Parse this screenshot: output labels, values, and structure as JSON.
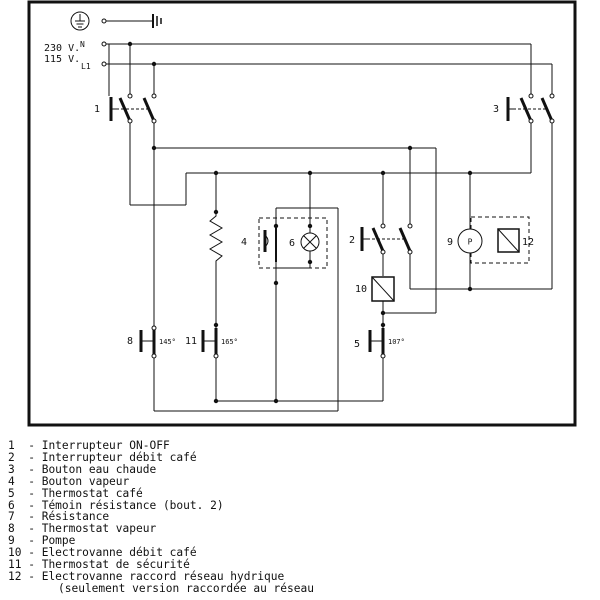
{
  "diagram": {
    "supply": {
      "voltage_230": "230 V.",
      "neutral": "N",
      "voltage_115": "115 V.",
      "line": "L1"
    },
    "component_numbers": [
      "1",
      "2",
      "3",
      "4",
      "5",
      "6",
      "8",
      "9",
      "10",
      "11",
      "12"
    ],
    "temperatures": {
      "thermostat_8": "145°",
      "thermostat_11": "165°",
      "thermostat_5": "107°"
    },
    "pump_symbol": "P"
  },
  "legend": {
    "items": [
      {
        "num": "1 ",
        "text": "Interrupteur ON-OFF"
      },
      {
        "num": "2 ",
        "text": "Interrupteur débit café"
      },
      {
        "num": "3 ",
        "text": "Bouton eau chaude"
      },
      {
        "num": "4 ",
        "text": "Bouton vapeur"
      },
      {
        "num": "5 ",
        "text": "Thermostat café"
      },
      {
        "num": "6 ",
        "text": "Témoin résistance (bout. 2)"
      },
      {
        "num": "7 ",
        "text": "Résistance"
      },
      {
        "num": "8 ",
        "text": "Thermostat vapeur"
      },
      {
        "num": "9 ",
        "text": "Pompe"
      },
      {
        "num": "10",
        "text": "Electrovanne débit café"
      },
      {
        "num": "11",
        "text": "Thermostat de sécurité"
      },
      {
        "num": "12",
        "text": "Electrovanne raccord réseau hydrique"
      }
    ],
    "note": "(seulement version raccordée au réseau"
  }
}
